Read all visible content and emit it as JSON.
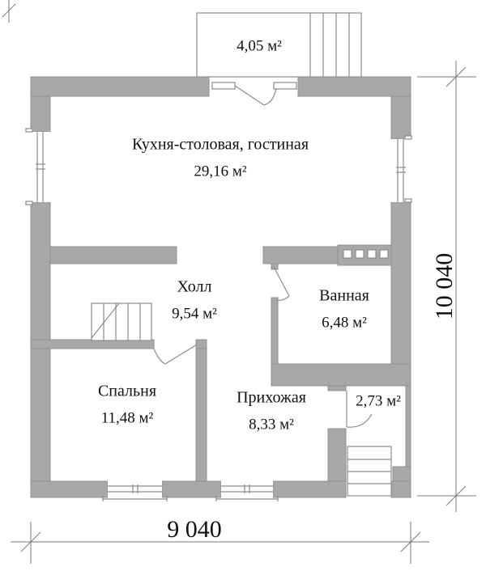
{
  "plan": {
    "rooms": {
      "kitchen": {
        "name": "Кухня-столовая, гостиная",
        "area": "29,16 м²"
      },
      "hall": {
        "name": "Холл",
        "area": "9,54 м²"
      },
      "bathroom": {
        "name": "Ванная",
        "area": "6,48 м²"
      },
      "bedroom": {
        "name": "Спальня",
        "area": "11,48 м²"
      },
      "entryhall": {
        "name": "Прихожая",
        "area": "8,33 м²"
      },
      "vestibule": {
        "area": "2,73 м²"
      },
      "porch": {
        "area": "4,05 м²"
      }
    },
    "dimensions": {
      "overall_width": "9 040",
      "overall_height": "10 040"
    },
    "colors": {
      "wall": "#a8a8a8",
      "wall_stroke": "#8f8f8f",
      "line": "#8c8c8c",
      "dim": "#7a7a7a",
      "text": "#111111"
    }
  }
}
